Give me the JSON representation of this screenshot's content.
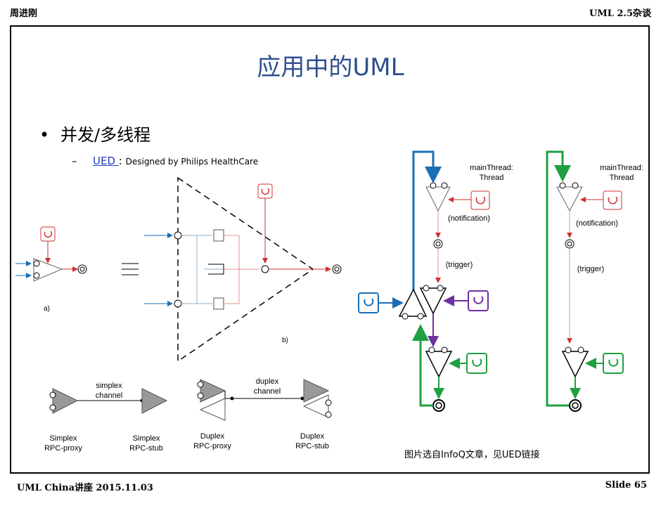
{
  "header": {
    "author": "周进刚",
    "topic": "UML 2.5杂谈"
  },
  "footer": {
    "event": "UML China讲座 2015.11.03",
    "slide": "Slide 65"
  },
  "title": "应用中的UML",
  "bullet": {
    "marker": "•",
    "text": "并发/多线程"
  },
  "sub_item": {
    "marker": "–",
    "link_text": "UED ",
    "sep": ": ",
    "text": "Designed by Philips HealthCare"
  },
  "figure_labels": {
    "a": "a)",
    "b": "b)",
    "simplex_channel_1": "simplex",
    "simplex_channel_2": "channel",
    "duplex_channel_1": "duplex",
    "duplex_channel_2": "channel",
    "simplex_proxy_1": "Simplex",
    "simplex_proxy_2": "RPC-proxy",
    "simplex_stub_1": "Simplex",
    "simplex_stub_2": "RPC-stub",
    "duplex_proxy_1": "Duplex",
    "duplex_proxy_2": "RPC-proxy",
    "duplex_stub_1": "Duplex",
    "duplex_stub_2": "RPC-stub",
    "main_thread_1": "mainThread:",
    "main_thread_2": "Thread",
    "main_thread_3": "mainThread:",
    "main_thread_4": "Thread",
    "notification_1": "(notification)",
    "notification_2": "(notification)",
    "trigger_1": "(trigger)",
    "trigger_2": "(trigger)"
  },
  "caption": "图片选自InfoQ文章，见UED链接",
  "colors": {
    "title": "#2f4f8f",
    "blue": "#1a6fb5",
    "green": "#20a040",
    "purple": "#7030a0",
    "red": "#d03030",
    "link": "#1f3fbf"
  }
}
